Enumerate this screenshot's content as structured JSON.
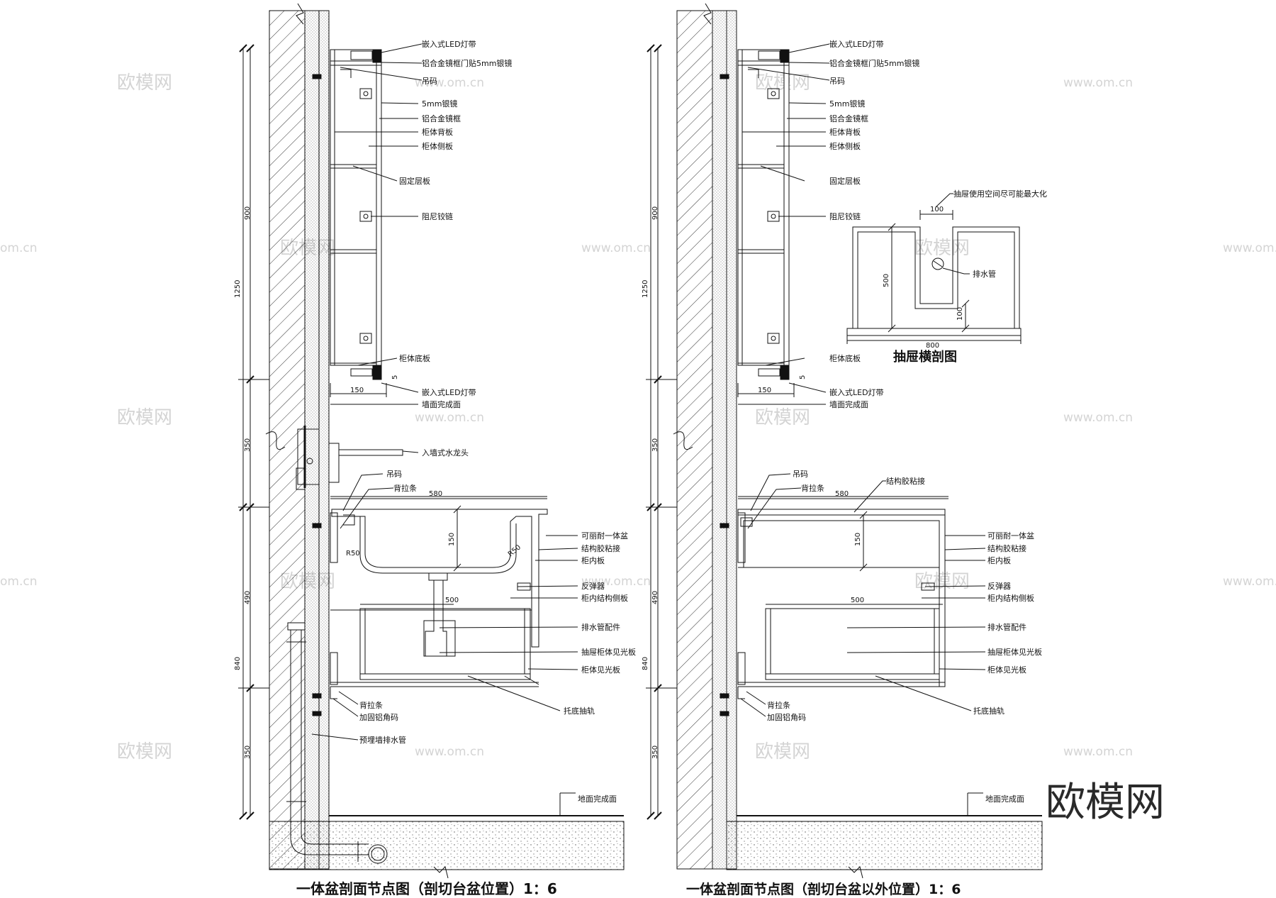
{
  "left_drawing": {
    "title": "一体盆剖面节点图（剖切台盆位置）1：6",
    "labels": {
      "led_top": "嵌入式LED灯带",
      "mirror_frame_door": "铝合金镜框门贴5mm银镜",
      "hanger_top": "吊码",
      "mirror_5mm": "5mm银镜",
      "alu_frame": "铝合金镜框",
      "back_panel": "柜体背板",
      "side_panel": "柜体侧板",
      "fixed_shelf": "固定层板",
      "damper_hinge": "阻尼铰链",
      "bottom_panel": "柜体底板",
      "led_bottom": "嵌入式LED灯带",
      "wall_finish": "墙面完成面",
      "faucet": "入墙式水龙头",
      "hanger_mid": "吊码",
      "back_strip_top": "背拉条",
      "integrated_basin": "可丽耐一体盆",
      "glue_joint": "结构胶粘接",
      "inner_panel": "柜内板",
      "rebounder": "反弹器",
      "inner_struct": "柜内结构侧板",
      "drain_fitting": "排水管配件",
      "drawer_panel": "抽屉柜体见光板",
      "cabinet_panel": "柜体见光板",
      "slide_rail": "托底抽轨",
      "back_strip_bottom": "背拉条",
      "alu_angle": "加固铝角码",
      "drain_pipe": "预埋墙排水管",
      "floor_finish": "地面完成面"
    },
    "dims": {
      "d1250": "1250",
      "d900": "900",
      "d350a": "350",
      "d490": "490",
      "d840": "840",
      "d350b": "350",
      "d150top": "150",
      "d580": "580",
      "d150basin": "150",
      "r50a": "R50",
      "r50b": "R50",
      "d500": "500",
      "d5": "5"
    }
  },
  "right_drawing": {
    "title": "一体盆剖面节点图（剖切台盆以外位置）1：6",
    "labels": {
      "led_top": "嵌入式LED灯带",
      "mirror_frame_door": "铝合金镜框门贴5mm银镜",
      "hanger_top": "吊码",
      "mirror_5mm": "5mm银镜",
      "alu_frame": "铝合金镜框",
      "back_panel": "柜体背板",
      "side_panel": "柜体侧板",
      "fixed_shelf": "固定层板",
      "damper_hinge": "阻尼铰链",
      "bottom_panel": "柜体底板",
      "led_bottom": "嵌入式LED灯带",
      "wall_finish": "墙面完成面",
      "hanger_mid": "吊码",
      "back_strip_top": "背拉条",
      "glue_top": "结构胶粘接",
      "integrated_basin": "可丽耐一体盆",
      "glue_joint": "结构胶粘接",
      "inner_panel": "柜内板",
      "rebounder": "反弹器",
      "inner_struct": "柜内结构侧板",
      "drain_fitting": "排水管配件",
      "drawer_panel": "抽屉柜体见光板",
      "cabinet_panel": "柜体见光板",
      "slide_rail": "托底抽轨",
      "back_strip_bottom": "背拉条",
      "alu_angle": "加固铝角码",
      "floor_finish": "地面完成面"
    },
    "dims": {
      "d1250": "1250",
      "d900": "900",
      "d350a": "350",
      "d490": "490",
      "d840": "840",
      "d350b": "350",
      "d150top": "150",
      "d580": "580",
      "d150basin": "150",
      "d500": "500",
      "d5": "5"
    }
  },
  "drawer_section": {
    "title": "抽屉横剖图",
    "note": "抽屉使用空间尽可能最大化",
    "pipe": "排水管",
    "d100top": "100",
    "d500": "500",
    "d100right": "100",
    "d800": "800"
  },
  "watermarks": {
    "cn": "欧模网",
    "url": "www.om.cn",
    "url_partial": "om.cn",
    "brand": "欧模网"
  }
}
